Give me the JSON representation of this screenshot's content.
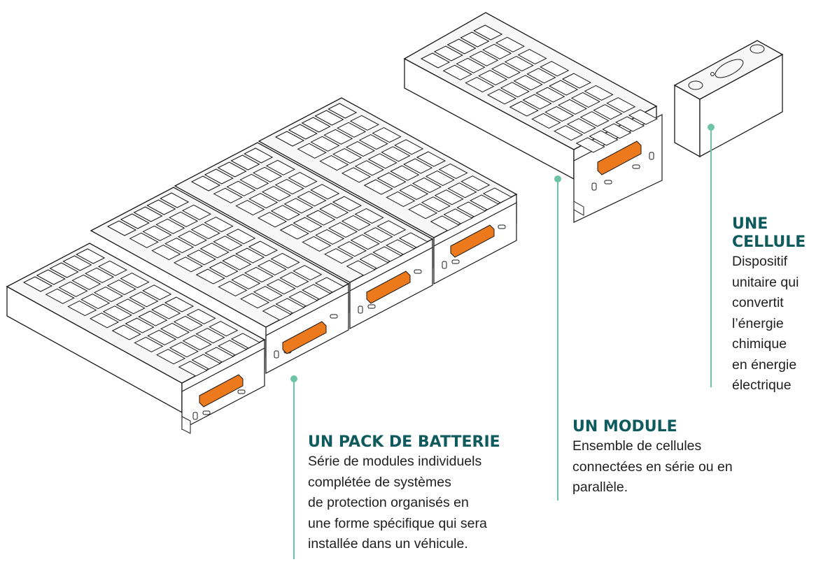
{
  "colors": {
    "leader": "#6cc3a7",
    "title": "#0e5a5c",
    "connector": "#ec7a1c",
    "stroke": "#1a1a1a"
  },
  "labels": {
    "cell": {
      "title": "UNE CELLULE",
      "lines": [
        "Dispositif",
        "unitaire qui",
        "convertit",
        "l’énergie",
        "chimique",
        "en énergie",
        "électrique"
      ]
    },
    "module": {
      "title": "UN MODULE",
      "lines": [
        "Ensemble de cellules",
        "connectées en série ou en",
        "parallèle."
      ]
    },
    "pack": {
      "title": "UN PACK DE BATTERIE",
      "lines": [
        "Série de modules individuels",
        "complétée de systèmes",
        "de protection organisés en",
        "une forme spécifique qui sera",
        "installée dans un véhicule."
      ]
    }
  },
  "illustration": {
    "pack_module_count": 4,
    "items": [
      "battery-pack",
      "battery-module",
      "battery-cell"
    ]
  }
}
